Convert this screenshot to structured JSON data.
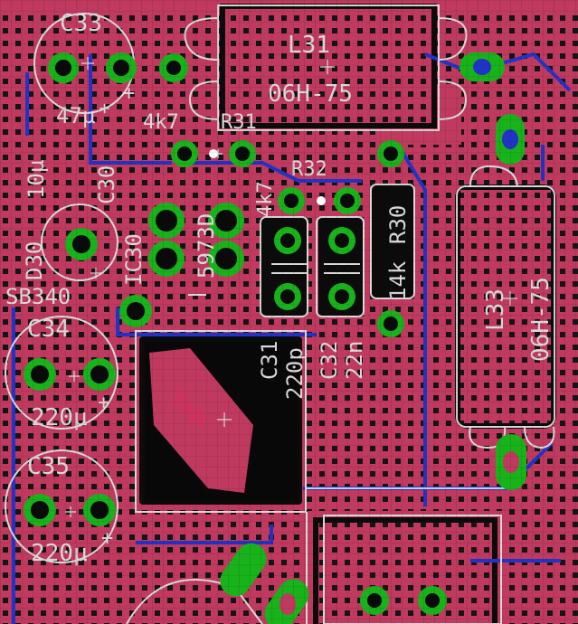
{
  "board": {
    "layer_label": "Top",
    "colors": {
      "background": "#0b0b0b",
      "copper_top": "#c0395e",
      "copper_bottom": "#2233c8",
      "pad": "#18b21a",
      "silkscreen": "#d9d9d9",
      "grid": "#4b4b4b"
    }
  },
  "components": [
    {
      "id": "c33",
      "ref": "C33",
      "value": "47µ"
    },
    {
      "id": "l31",
      "ref": "L31",
      "value": "06H-75"
    },
    {
      "id": "r31",
      "ref": "R31",
      "value": "4k7"
    },
    {
      "id": "r32",
      "ref": "R32",
      "value": "4k7"
    },
    {
      "id": "c30",
      "ref": "C30",
      "value": "10µ"
    },
    {
      "id": "d30",
      "ref": "D30",
      "value": "SB340"
    },
    {
      "id": "ic30",
      "ref": "IC30",
      "value": "5973D"
    },
    {
      "id": "c34",
      "ref": "C34",
      "value": "220µ"
    },
    {
      "id": "c35",
      "ref": "C35",
      "value": "220µ"
    },
    {
      "id": "c31",
      "ref": "C31",
      "value": "220p"
    },
    {
      "id": "c32",
      "ref": "C32",
      "value": "22n"
    },
    {
      "id": "r30",
      "ref": "R30",
      "value": "14k"
    },
    {
      "id": "l33",
      "ref": "L33",
      "value": "06H-75"
    }
  ],
  "polarity_mark": "+"
}
